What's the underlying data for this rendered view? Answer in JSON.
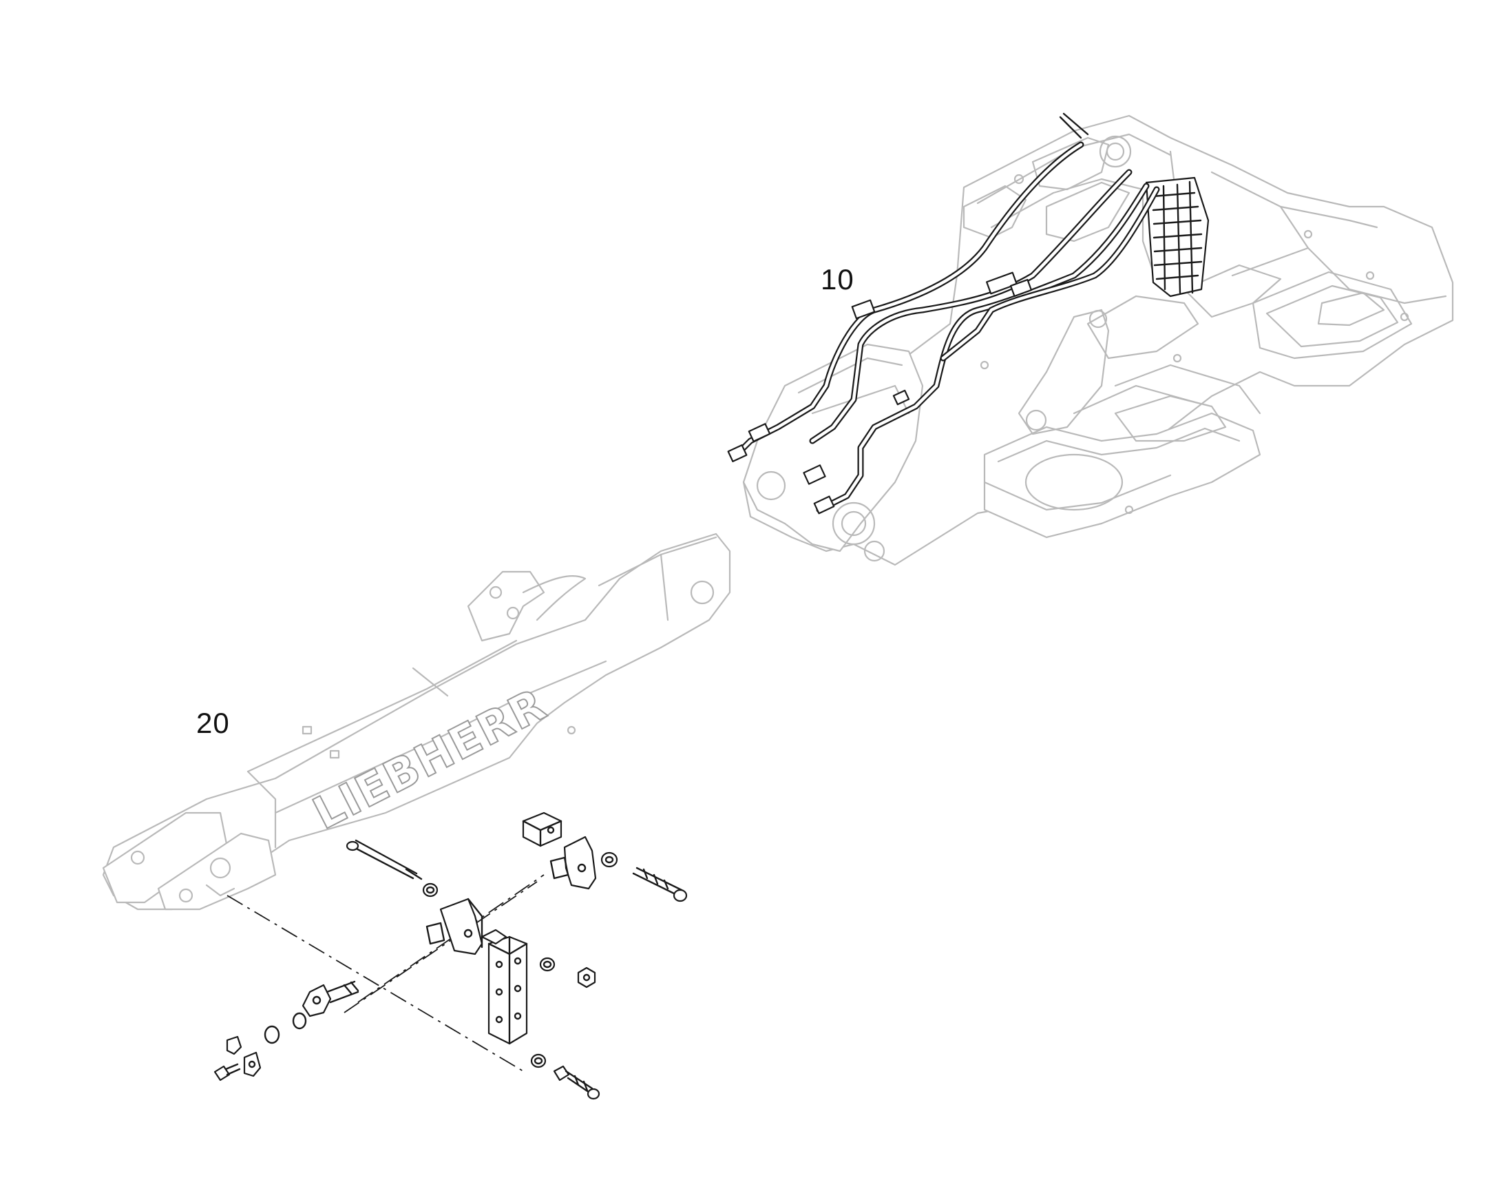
{
  "callouts": {
    "item_10": "10",
    "item_20": "20"
  },
  "logo": {
    "text": "LIEBHERR"
  },
  "colors": {
    "ghost_line": "#b9b9b9",
    "ink_line": "#1a1a1a",
    "background": "#ffffff"
  }
}
